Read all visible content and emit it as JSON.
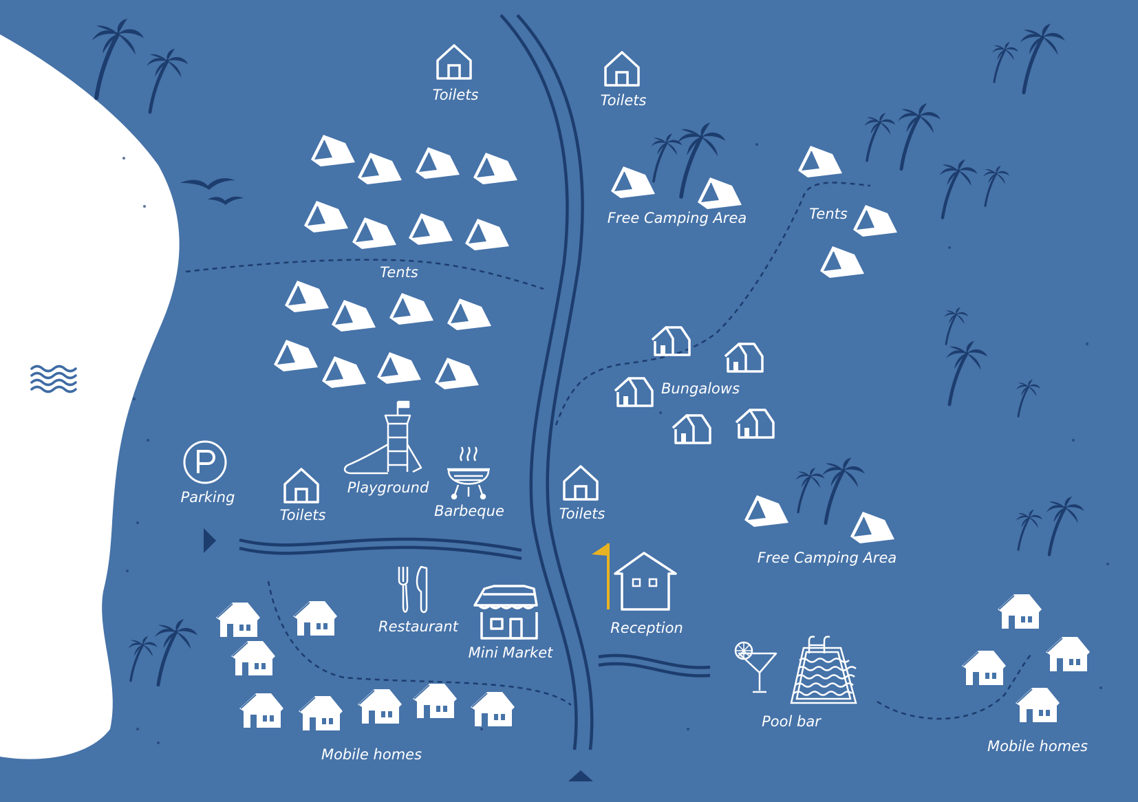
{
  "colors": {
    "background": "#4673a8",
    "beach": "#ffffff",
    "icons": "#ffffff",
    "roads_and_palms": "#1d3d6e",
    "flag": "#e8b322"
  },
  "labels": {
    "toilets_top_left": "Toilets",
    "toilets_top_right": "Toilets",
    "tents_left": "Tents",
    "free_camping_top": "Free Camping Area",
    "tents_right": "Tents",
    "bungalows": "Bungalows",
    "parking": "Parking",
    "toilets_mid_left": "Toilets",
    "playground": "Playground",
    "barbeque": "Barbeque",
    "toilets_mid_right": "Toilets",
    "free_camping_bottom": "Free Camping Area",
    "restaurant": "Restaurant",
    "mini_market": "Mini Market",
    "reception": "Reception",
    "pool_bar": "Pool bar",
    "mobile_homes_left": "Mobile homes",
    "mobile_homes_right": "Mobile homes"
  },
  "icons": {
    "sea": "waves-icon",
    "parking": "parking-icon",
    "toilets": "toilet-building-icon",
    "tent": "tent-icon",
    "bungalow": "bungalow-icon",
    "mobile_home": "mobile-home-icon",
    "playground": "playground-icon",
    "barbeque": "grill-icon",
    "restaurant": "fork-knife-icon",
    "mini_market": "shop-icon",
    "reception": "reception-building-icon",
    "pool_bar": "cocktail-icon",
    "pool": "swimming-pool-icon",
    "palm": "palm-tree-icon",
    "birds": "seagull-icon",
    "entrance": "arrow-icon"
  }
}
